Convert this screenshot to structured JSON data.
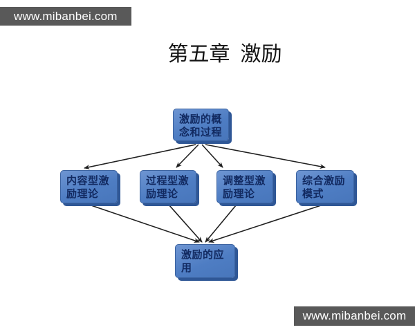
{
  "watermark_top": {
    "text": "www.mibanbei.com"
  },
  "watermark_bottom": {
    "text": "www.mibanbei.com"
  },
  "title": "第五章  激励",
  "diagram": {
    "root": {
      "label": "激励的概念和过程"
    },
    "children": [
      {
        "label": "内容型激励理论"
      },
      {
        "label": "过程型激励理论"
      },
      {
        "label": "调整型激励理论"
      },
      {
        "label": "综合激励模式"
      }
    ],
    "sink": {
      "label": "激励的应用"
    }
  },
  "colors": {
    "box_fill": "#4e7dc3",
    "box_fill_highlight": "#6e95d2",
    "box_edge_shadow": "#2f5796",
    "box_border": "#3a62a0",
    "box_text": "#122a61",
    "banner_bg": "#595959",
    "banner_text": "#ffffff",
    "arrow": "#202020",
    "background": "#ffffff",
    "title_text": "#141414"
  }
}
